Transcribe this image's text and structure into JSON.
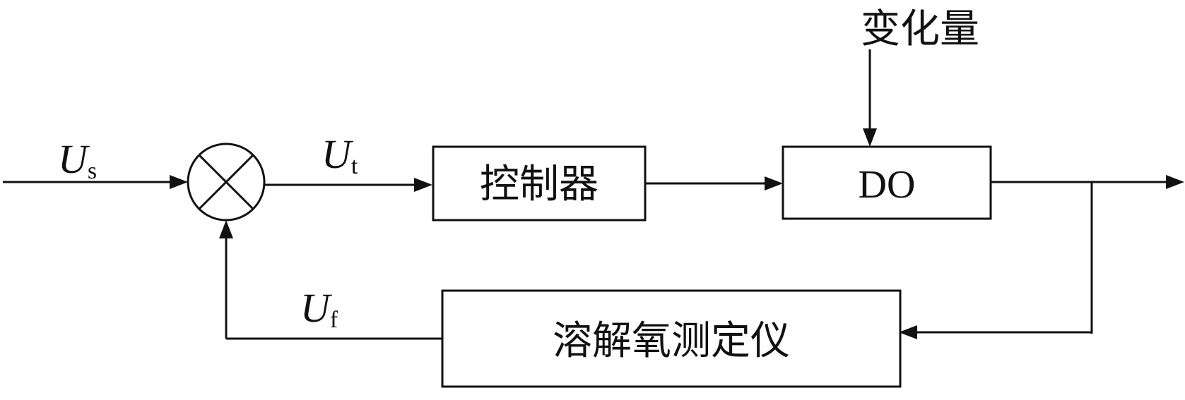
{
  "blocks": {
    "controller": "控制器",
    "process": "DO",
    "sensor": "溶解氧测定仪",
    "disturbance": "变化量"
  },
  "signals": {
    "setpoint": {
      "main": "U",
      "sub": "s"
    },
    "error": {
      "main": "U",
      "sub": "t"
    },
    "feedback": {
      "main": "U",
      "sub": "f"
    }
  },
  "colors": {
    "line": "#111111",
    "background": "#ffffff"
  }
}
